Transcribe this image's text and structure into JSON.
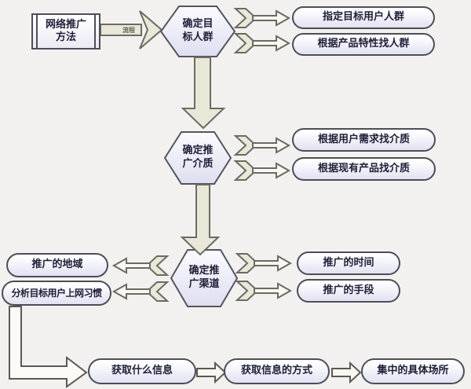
{
  "diagram": {
    "start": {
      "line1": "网络推广",
      "line2": "方法"
    },
    "flow_label": "流程",
    "step1": {
      "line1": "确定目",
      "line2": "标人群",
      "out1": "指定目标用户人群",
      "out2": "根据产品特性找人群"
    },
    "step2": {
      "line1": "确定推",
      "line2": "广介质",
      "out1": "根据用户需求找介质",
      "out2": "根据现有产品找介质"
    },
    "step3": {
      "line1": "确定推",
      "line2": "广渠道",
      "left1": "推广的地域",
      "left2": "分析目标用户上网习惯",
      "right1": "推广的时间",
      "right2": "推广的手段"
    },
    "bottom": {
      "b1": "获取什么信息",
      "b2": "获取信息的方式",
      "b3": "集中的具体场所"
    }
  },
  "colors": {
    "background": "#f3f1ef",
    "node_fill_bottom": "#e3e3f3",
    "node_border": "#4d4d58",
    "arrow_fill": "#e9e7d8",
    "arrow_pale": "#f8f7f2",
    "arrow_border": "#6b6b63",
    "text": "#20203a"
  }
}
